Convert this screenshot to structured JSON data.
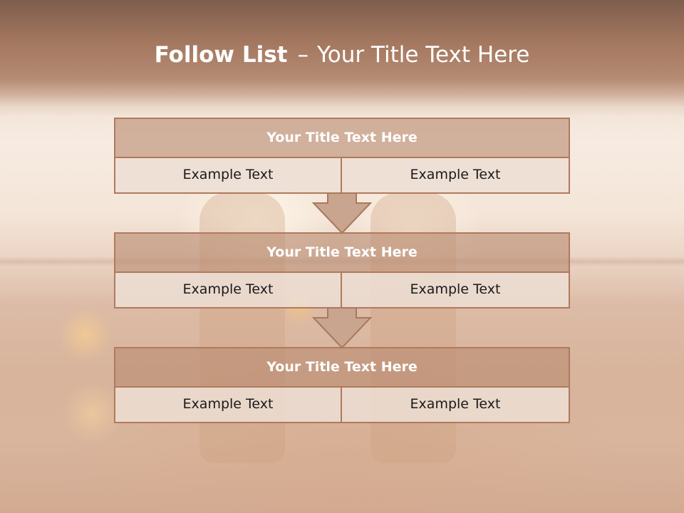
{
  "slide": {
    "title_bold": "Follow List",
    "title_sep": "–",
    "title_rest": "Your Title Text Here"
  },
  "blocks": [
    {
      "title": "Your Title Text Here",
      "cells": [
        "Example Text",
        "Example Text"
      ]
    },
    {
      "title": "Your Title Text Here",
      "cells": [
        "Example Text",
        "Example Text"
      ]
    },
    {
      "title": "Your Title Text Here",
      "cells": [
        "Example Text",
        "Example Text"
      ]
    }
  ],
  "colors": {
    "banner": "#a97e66",
    "block_header": "#c49f88",
    "block_border": "#b07a5c",
    "cell_background": "#eadcd4",
    "arrow": "#c9a58f"
  },
  "icons": {
    "connector": "down-arrow-icon"
  }
}
